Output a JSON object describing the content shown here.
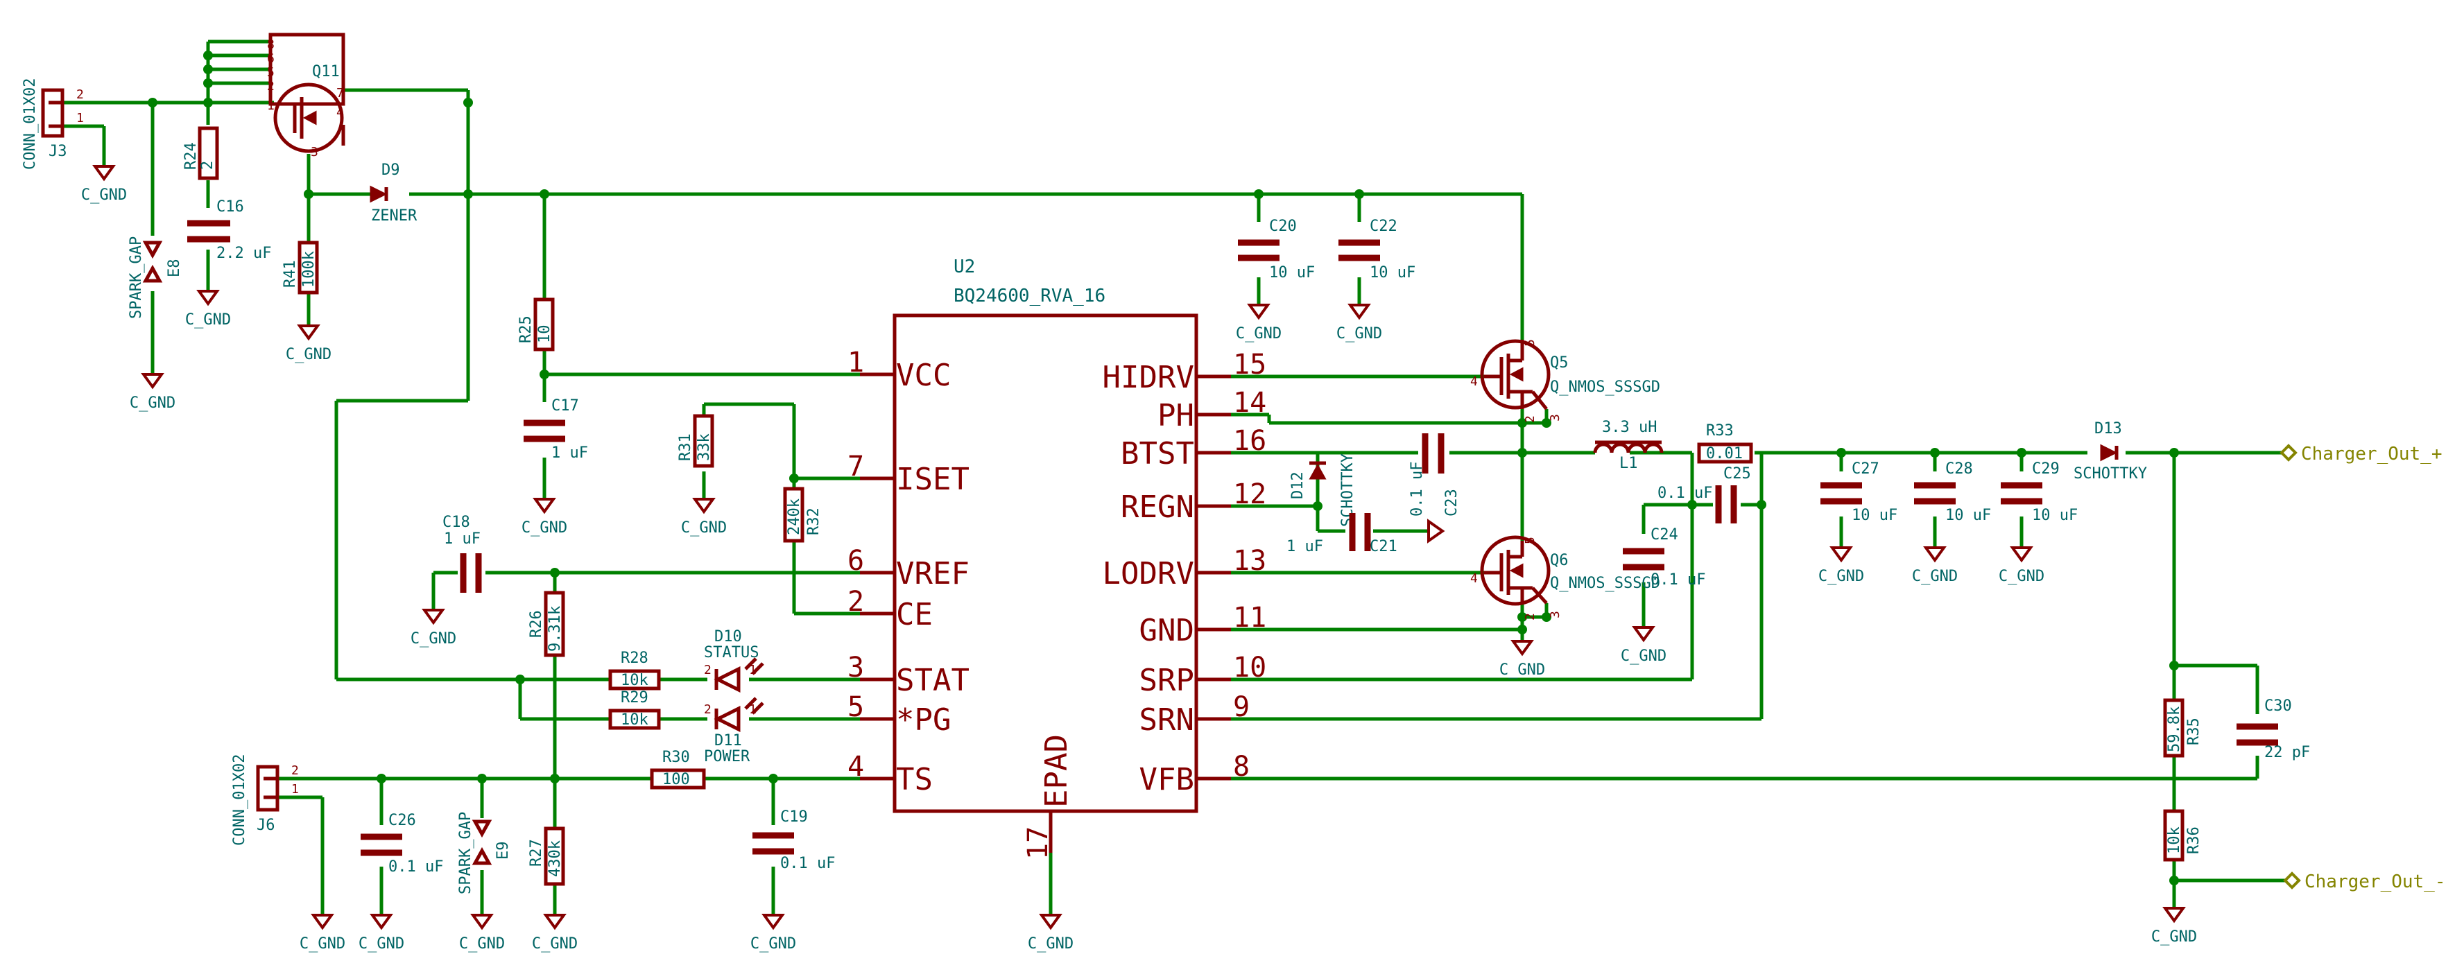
{
  "components": {
    "J3": {
      "ref": "J3",
      "value": "CONN_01X02",
      "pin1": "1",
      "pin2": "2"
    },
    "J6": {
      "ref": "J6",
      "value": "CONN_01X02",
      "pin1": "1",
      "pin2": "2"
    },
    "Q11": {
      "ref": "Q11",
      "pins": [
        "8",
        "6",
        "5",
        "2",
        "1",
        "7",
        "4",
        "3"
      ]
    },
    "R24": {
      "ref": "R24",
      "value": "2"
    },
    "C16": {
      "ref": "C16",
      "value": "2.2 uF"
    },
    "E8": {
      "ref": "E8",
      "value": "SPARK_GAP"
    },
    "E9": {
      "ref": "E9",
      "value": "SPARK_GAP"
    },
    "R41": {
      "ref": "R41",
      "value": "100k"
    },
    "D9": {
      "ref": "D9",
      "value": "ZENER"
    },
    "R25": {
      "ref": "R25",
      "value": "10"
    },
    "C17": {
      "ref": "C17",
      "value": "1 uF"
    },
    "C18": {
      "ref": "C18",
      "value": "1 uF"
    },
    "R31": {
      "ref": "R31",
      "value": "33k"
    },
    "R32": {
      "ref": "R32",
      "value": "240k"
    },
    "R26": {
      "ref": "R26",
      "value": "9.31k"
    },
    "R27": {
      "ref": "R27",
      "value": "430k"
    },
    "R28": {
      "ref": "R28",
      "value": "10k"
    },
    "R29": {
      "ref": "R29",
      "value": "10k"
    },
    "R30": {
      "ref": "R30",
      "value": "100"
    },
    "D10": {
      "ref": "D10",
      "value": "STATUS"
    },
    "D11": {
      "ref": "D11",
      "value": "POWER"
    },
    "C19": {
      "ref": "C19",
      "value": "0.1 uF"
    },
    "C26": {
      "ref": "C26",
      "value": "0.1 uF"
    },
    "U2": {
      "ref": "U2",
      "value": "BQ24600_RVA_16"
    },
    "C20": {
      "ref": "C20",
      "value": "10 uF"
    },
    "C22": {
      "ref": "C22",
      "value": "10 uF"
    },
    "Q5": {
      "ref": "Q5",
      "value": "Q_NMOS_SSSGD"
    },
    "Q6": {
      "ref": "Q6",
      "value": "Q_NMOS_SSSGD"
    },
    "D12": {
      "ref": "D12",
      "value": "SCHOTTKY"
    },
    "C23": {
      "ref": "C23",
      "value": "0.1 uF"
    },
    "C21": {
      "ref": "C21",
      "value": "1 uF"
    },
    "L1": {
      "ref": "L1",
      "value": "3.3 uH"
    },
    "R33": {
      "ref": "R33",
      "value": "0.01"
    },
    "C24": {
      "ref": "C24",
      "value": "0.1 uF"
    },
    "C25": {
      "ref": "C25",
      "value": "0.1 uF"
    },
    "C27": {
      "ref": "C27",
      "value": "10 uF"
    },
    "C28": {
      "ref": "C28",
      "value": "10 uF"
    },
    "C29": {
      "ref": "C29",
      "value": "10 uF"
    },
    "D13": {
      "ref": "D13",
      "value": "SCHOTTKY"
    },
    "C30": {
      "ref": "C30",
      "value": "22 pF"
    },
    "R35": {
      "ref": "R35",
      "value": "59.8k"
    },
    "R36": {
      "ref": "R36",
      "value": "10k"
    }
  },
  "ic_pins": {
    "left": [
      {
        "num": "1",
        "name": "VCC"
      },
      {
        "num": "7",
        "name": "ISET"
      },
      {
        "num": "6",
        "name": "VREF"
      },
      {
        "num": "2",
        "name": "CE"
      },
      {
        "num": "3",
        "name": "STAT"
      },
      {
        "num": "5",
        "name": "*PG"
      },
      {
        "num": "4",
        "name": "TS"
      }
    ],
    "right": [
      {
        "num": "15",
        "name": "HIDRV"
      },
      {
        "num": "14",
        "name": "PH"
      },
      {
        "num": "16",
        "name": "BTST"
      },
      {
        "num": "12",
        "name": "REGN"
      },
      {
        "num": "13",
        "name": "LODRV"
      },
      {
        "num": "11",
        "name": "GND"
      },
      {
        "num": "10",
        "name": "SRP"
      },
      {
        "num": "9",
        "name": "SRN"
      },
      {
        "num": "8",
        "name": "VFB"
      }
    ],
    "bottom": [
      {
        "num": "17",
        "name": "EPAD"
      }
    ]
  },
  "mosfet_pins": {
    "gate": "4",
    "drain": "5",
    "s1": "1",
    "s2": "2",
    "s3": "3"
  },
  "ground_label": "C_GND",
  "ports": {
    "out_plus": "Charger_Out_+",
    "out_minus": "Charger_Out_-"
  }
}
